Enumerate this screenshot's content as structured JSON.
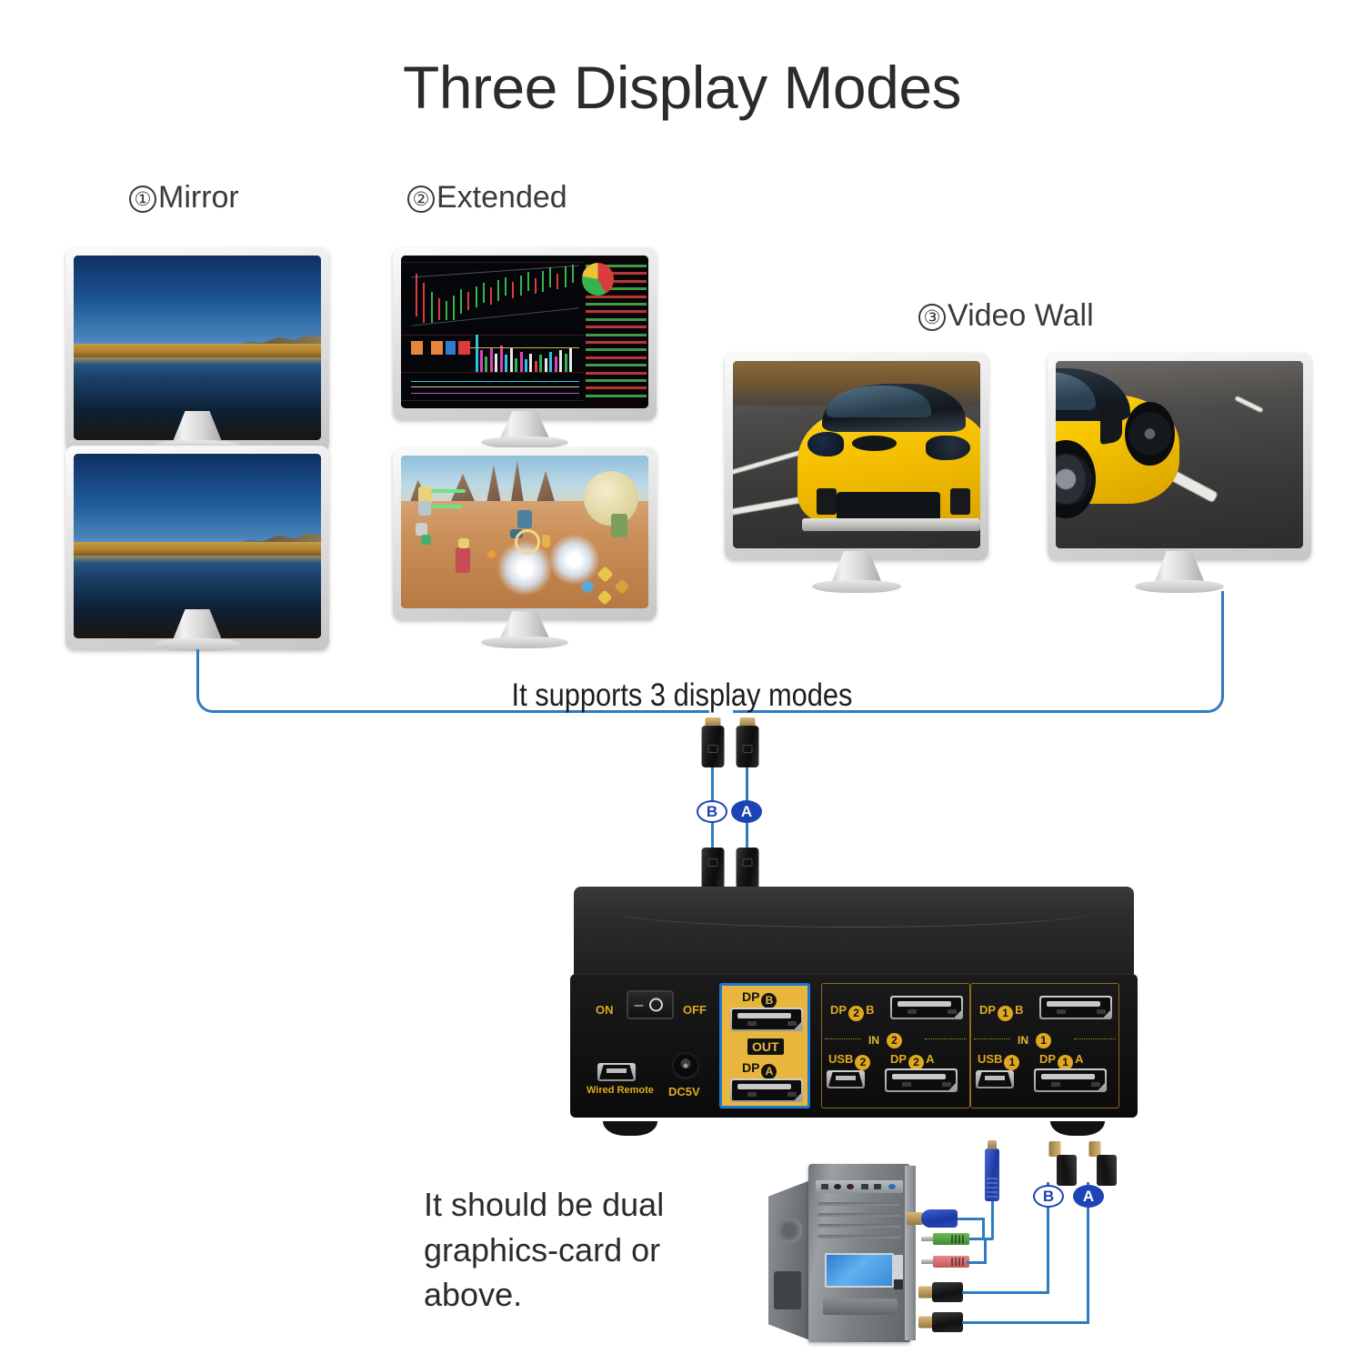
{
  "page": {
    "title": "Three Display Modes",
    "caption": "It supports 3 display modes",
    "note": "It should be dual graphics-card or above."
  },
  "modes": [
    {
      "num": "①",
      "label": "Mirror"
    },
    {
      "num": "②",
      "label": "Extended"
    },
    {
      "num": "③",
      "label": "Video Wall"
    }
  ],
  "monitors": {
    "mirror_top": "lake-wallpaper",
    "mirror_bottom": "lake-wallpaper",
    "extended_top": "stock-trading-chart",
    "extended_bottom": "desert-game-scene",
    "videowall_left": "yellow-sportscar-front",
    "videowall_right": "yellow-sportscar-rear"
  },
  "cable_badges": {
    "top_b": "B",
    "top_a": "A",
    "pc_b": "B",
    "pc_a": "A"
  },
  "kvm": {
    "power": {
      "on": "ON",
      "off": "OFF"
    },
    "wired_remote": "Wired Remote",
    "dc": "DC5V",
    "output": {
      "title": "OUT",
      "port_b_prefix": "DP",
      "port_b_circle": "B",
      "port_a_prefix": "DP",
      "port_a_circle": "A"
    },
    "inputs": [
      {
        "group": "IN",
        "group_num": "2",
        "dp_b_prefix": "DP",
        "dp_b_num": "2",
        "dp_b_suffix": "B",
        "usb_prefix": "USB",
        "usb_num": "2",
        "dp_a_prefix": "DP",
        "dp_a_num": "2",
        "dp_a_suffix": "A"
      },
      {
        "group": "IN",
        "group_num": "1",
        "dp_b_prefix": "DP",
        "dp_b_num": "1",
        "dp_b_suffix": "B",
        "usb_prefix": "USB",
        "usb_num": "1",
        "dp_a_prefix": "DP",
        "dp_a_num": "1",
        "dp_a_suffix": "A"
      }
    ]
  },
  "colors": {
    "wire": "#2e7bbf",
    "gold_text": "#e0a81f",
    "out_panel": "#e8b63c",
    "out_border": "#2176cf",
    "badge_blue": "#1c44b4",
    "chassis": "#1b1b1b"
  }
}
